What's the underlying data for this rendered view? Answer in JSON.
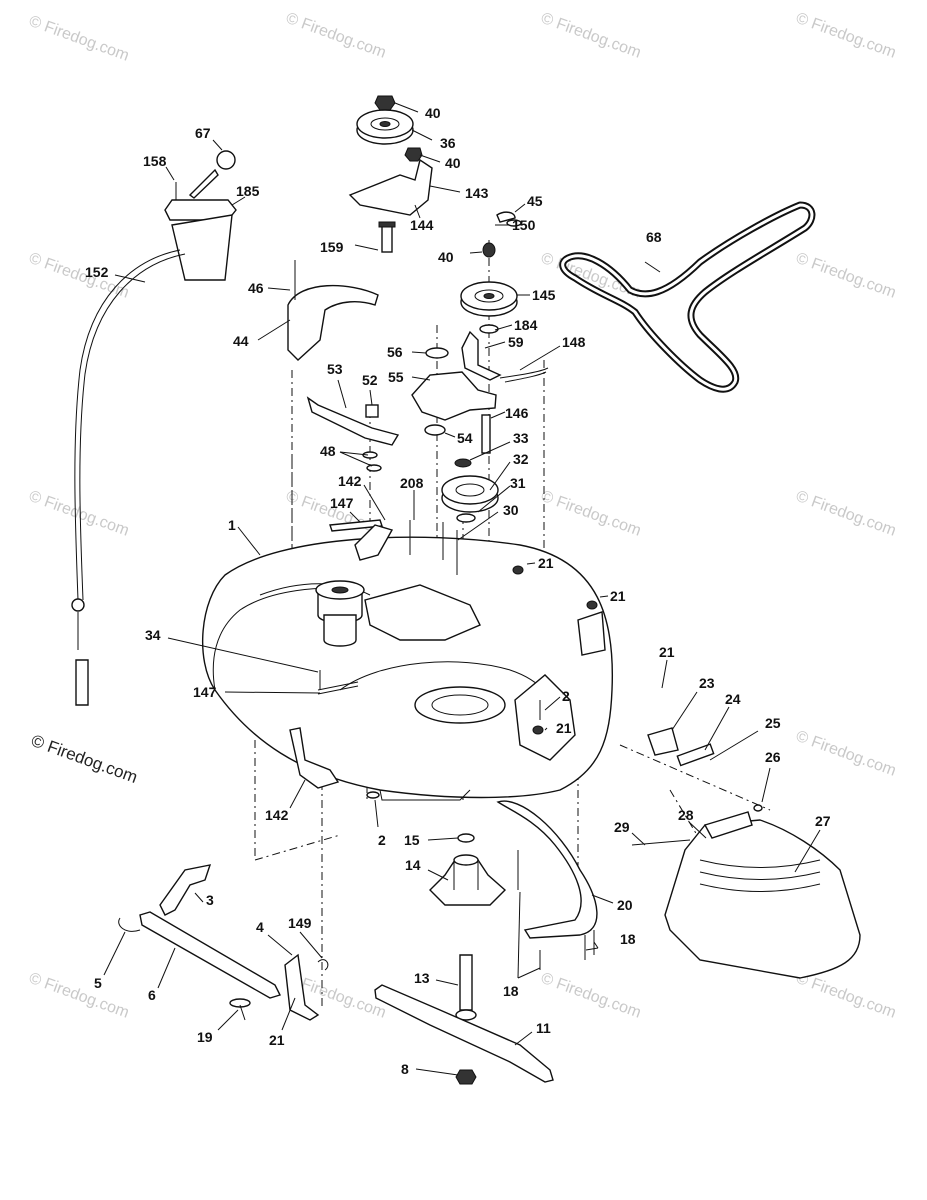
{
  "watermark": "© Firedog.com",
  "credit": "© Firedog.com",
  "callouts": [
    "40",
    "36",
    "40",
    "143",
    "144",
    "45",
    "150",
    "159",
    "40",
    "145",
    "184",
    "59",
    "148",
    "56",
    "55",
    "146",
    "54",
    "33",
    "32",
    "31",
    "30",
    "208",
    "53",
    "52",
    "48",
    "142",
    "147",
    "1",
    "21",
    "21",
    "68",
    "67",
    "158",
    "185",
    "152",
    "46",
    "44",
    "34",
    "147",
    "142",
    "2",
    "21",
    "2",
    "15",
    "14",
    "13",
    "11",
    "8",
    "18",
    "18",
    "20",
    "3",
    "4",
    "149",
    "5",
    "6",
    "19",
    "21",
    "21",
    "23",
    "24",
    "25",
    "26",
    "27",
    "28",
    "29"
  ]
}
